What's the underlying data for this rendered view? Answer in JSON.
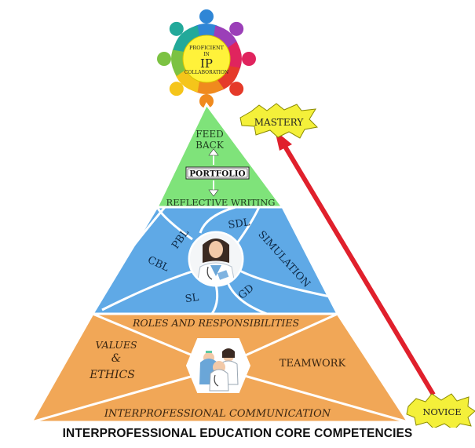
{
  "logo": {
    "line1": "PROFICIENT",
    "line2": "IN",
    "line3": "IP",
    "line4": "COLLABORATION"
  },
  "progression": {
    "top": "MASTERY",
    "bottom": "NOVICE",
    "arrow_color": "#e0202c",
    "burst_color": "#f4f03a"
  },
  "tiers": {
    "top": {
      "color": "#7fe37a",
      "feedback_line1": "FEED",
      "feedback_line2": "BACK",
      "portfolio": "PORTFOLIO",
      "reflective": "REFLECTIVE WRITING"
    },
    "middle": {
      "color": "#5fa9e6",
      "methods": [
        "PBL",
        "SDL",
        "SIMULATION",
        "CBL",
        "GD",
        "SL"
      ],
      "center_icon": "doctor-icon"
    },
    "bottom": {
      "color": "#f1a757",
      "top": "ROLES AND RESPONSIBILITIES",
      "left_line1": "VALUES",
      "left_line2": "&",
      "left_line3": "ETHICS",
      "right": "TEAMWORK",
      "bottom": "INTERPROFESSIONAL COMMUNICATION",
      "center_icon": "healthcare-team-icon"
    }
  },
  "caption": "INTERPROFESSIONAL EDUCATION CORE COMPETENCIES"
}
